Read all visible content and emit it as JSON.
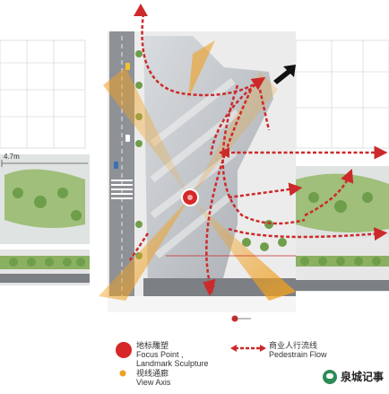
{
  "dimension": {
    "text": "4.7m"
  },
  "legend": {
    "focus_point": {
      "line1": "地标雕塑",
      "line2": "Focus Point ,",
      "line3": "Landmark Sculpture"
    },
    "view_axis": {
      "line1": "视线通廊",
      "line2": "View Axis"
    },
    "pedestrian_flow": {
      "line1": "商业人行流线",
      "line2": "Pedestrain Flow"
    }
  },
  "watermark": {
    "text": "泉城记事"
  },
  "colors": {
    "flow_red": "#cc2a2a",
    "view_orange": "#f0a020",
    "focus_red": "#d62828",
    "plaza_gray": "#bfc3c8",
    "road_gray": "#8e9196",
    "green": "#6f9e4b",
    "dark_arrow": "#111111"
  }
}
